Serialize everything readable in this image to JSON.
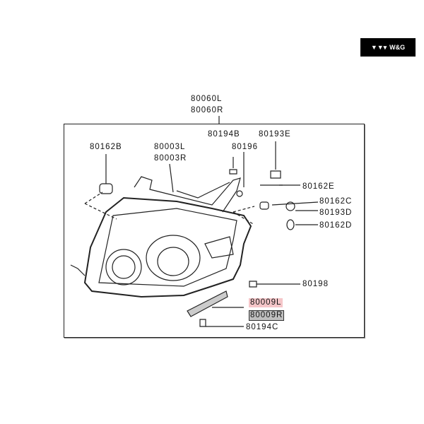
{
  "watermark": {
    "logo_text": "W&G"
  },
  "assembly": {
    "left": "80060L",
    "right": "80060R"
  },
  "parts": {
    "p80162B": "80162B",
    "p80003L": "80003L",
    "p80003R": "80003R",
    "p80194B": "80194B",
    "p80196": "80196",
    "p80193E": "80193E",
    "p80162E": "80162E",
    "p80162C": "80162C",
    "p80193D": "80193D",
    "p80162D": "80162D",
    "p80198": "80198",
    "p80009L": "80009L",
    "p80009R": "80009R",
    "p80194C": "80194C"
  },
  "colors": {
    "highlight_left": "#f5c6c9",
    "highlight_right": "#bfbfbf"
  }
}
